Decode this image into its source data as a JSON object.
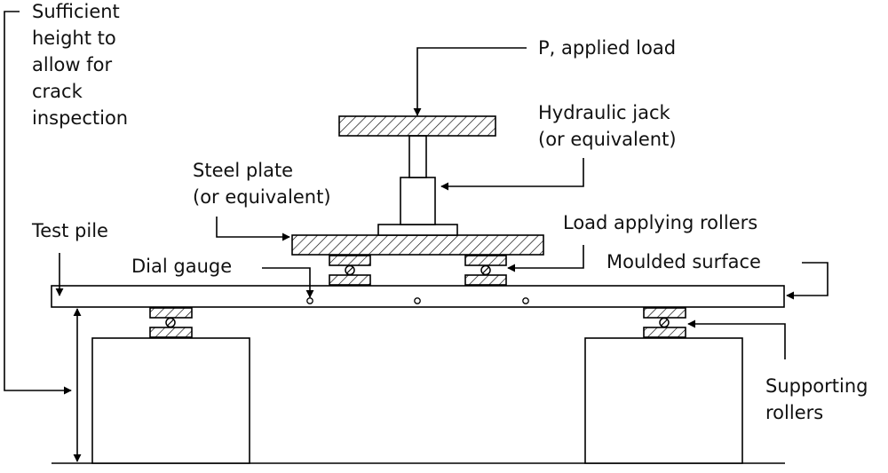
{
  "labels": {
    "sufficient_height": [
      "Sufficient",
      "height to",
      "allow for",
      "crack",
      "inspection"
    ],
    "applied_load": "P, applied load",
    "hydraulic_jack": [
      "Hydraulic jack",
      "(or equivalent)"
    ],
    "steel_plate": [
      "Steel plate",
      "(or equivalent)"
    ],
    "test_pile": "Test pile",
    "load_applying_rollers": "Load applying rollers",
    "dial_gauge": "Dial gauge",
    "moulded_surface": "Moulded surface",
    "supporting_rollers": [
      "Supporting",
      "rollers"
    ]
  }
}
